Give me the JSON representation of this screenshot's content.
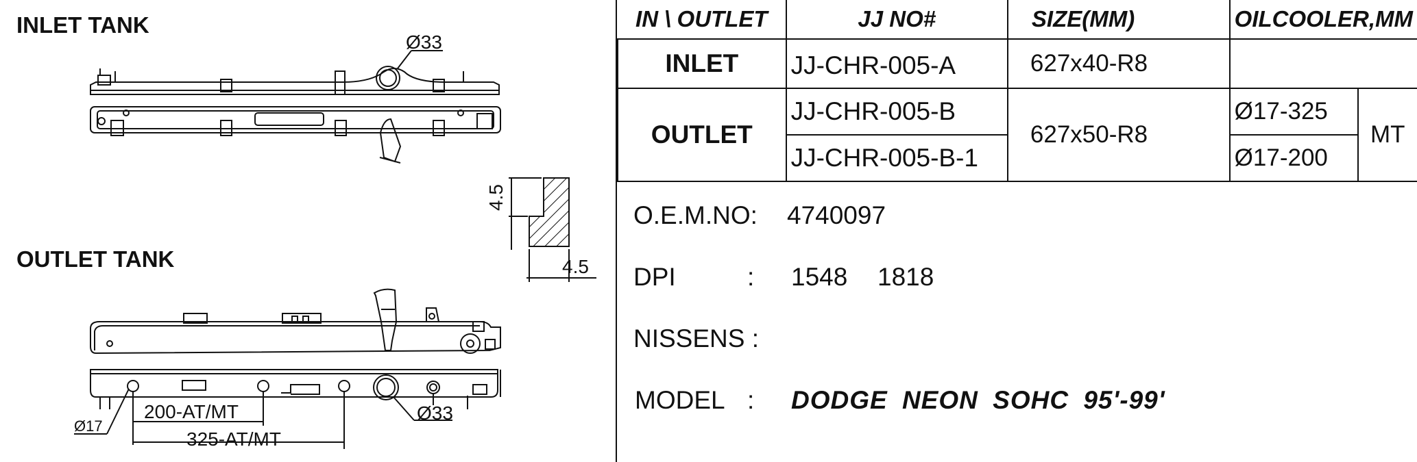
{
  "drawing": {
    "inlet_tank_label": "INLET  TANK",
    "outlet_tank_label": "OUTLET TANK",
    "dims": {
      "inlet_port": "Ø33",
      "outlet_port": "Ø33",
      "fitting": "Ø17",
      "section_height": "4.5",
      "section_width": "4.5",
      "at_mt_200": "200-AT/MT",
      "at_mt_325": "325-AT/MT"
    }
  },
  "table": {
    "headers": [
      "IN \\ OUTLET",
      "JJ NO#",
      "SIZE(MM)",
      "OILCOOLER,MM"
    ],
    "inlet": {
      "label": "INLET",
      "jj_no": "JJ-CHR-005-A",
      "size": "627x40-R8",
      "oil": ""
    },
    "outlet": {
      "label": "OUTLET",
      "jj_no_1": "JJ-CHR-005-B",
      "jj_no_2": "JJ-CHR-005-B-1",
      "size": "627x50-R8",
      "oil_1": "Ø17-325",
      "oil_2": "Ø17-200",
      "trans": "MT"
    }
  },
  "info": {
    "oem_label": "O.E.M.NO:",
    "oem_value": "4740097",
    "dpi_label": "DPI",
    "dpi_colon": ":",
    "dpi_value_1": "1548",
    "dpi_value_2": "1818",
    "nissens_label": "NISSENS :",
    "model_label": "MODEL",
    "model_colon": ":",
    "model_value": "DODGE  NEON  SOHC  95'-99'"
  }
}
